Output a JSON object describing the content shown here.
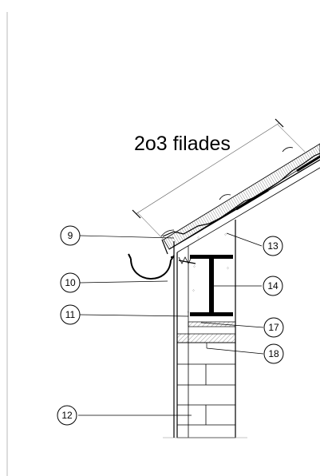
{
  "title": "2o3 filades",
  "callouts": [
    {
      "id": "9",
      "label": "9"
    },
    {
      "id": "10",
      "label": "10"
    },
    {
      "id": "11",
      "label": "11"
    },
    {
      "id": "12",
      "label": "12"
    },
    {
      "id": "13",
      "label": "13"
    },
    {
      "id": "14",
      "label": "14"
    },
    {
      "id": "17",
      "label": "17"
    },
    {
      "id": "18",
      "label": "18"
    }
  ]
}
